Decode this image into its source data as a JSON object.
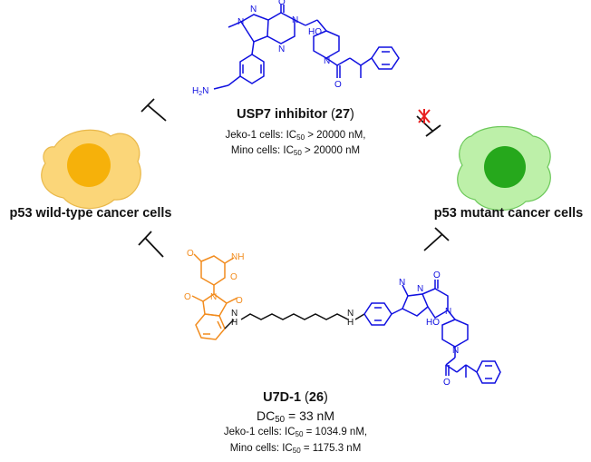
{
  "cells": {
    "wild": {
      "label": "p53 wild-type cancer cells",
      "body_color": "#FBD679",
      "nucleus_color": "#F6B10A"
    },
    "mutant": {
      "label": "p53 mutant cancer cells",
      "body_color": "#BDF0A9",
      "nucleus_color": "#26A81C"
    }
  },
  "inhibitor": {
    "name": "USP7 inhibitor",
    "number": "27",
    "line1": {
      "prefix": "Jeko-1 cells: IC",
      "sub": "50",
      "suffix": " > 20000 nM,"
    },
    "line2": {
      "prefix": "Mino cells: IC",
      "sub": "50",
      "suffix": " > 20000 nM"
    }
  },
  "degrader": {
    "name": "U7D-1",
    "number": "26",
    "dc": {
      "prefix": "DC",
      "sub": "50",
      "suffix": " = 33 nM"
    },
    "line1": {
      "prefix": "Jeko-1 cells: IC",
      "sub": "50",
      "suffix": " = 1034.9 nM,"
    },
    "line2": {
      "prefix": "Mino cells: IC",
      "sub": "50",
      "suffix": " = 1175.3 nM"
    }
  },
  "atoms": {
    "n": "N",
    "o": "O",
    "ho": "HO",
    "h2n": "H",
    "h2n_sub": "2",
    "h2n_n": "N",
    "nh": "N",
    "nh_h": "H",
    "h": "H"
  },
  "colors": {
    "inhibitor_structure": "#1010E0",
    "ligand_structure": "#F28C1E",
    "linker": "#111111",
    "blocked_x": "#E82020"
  }
}
